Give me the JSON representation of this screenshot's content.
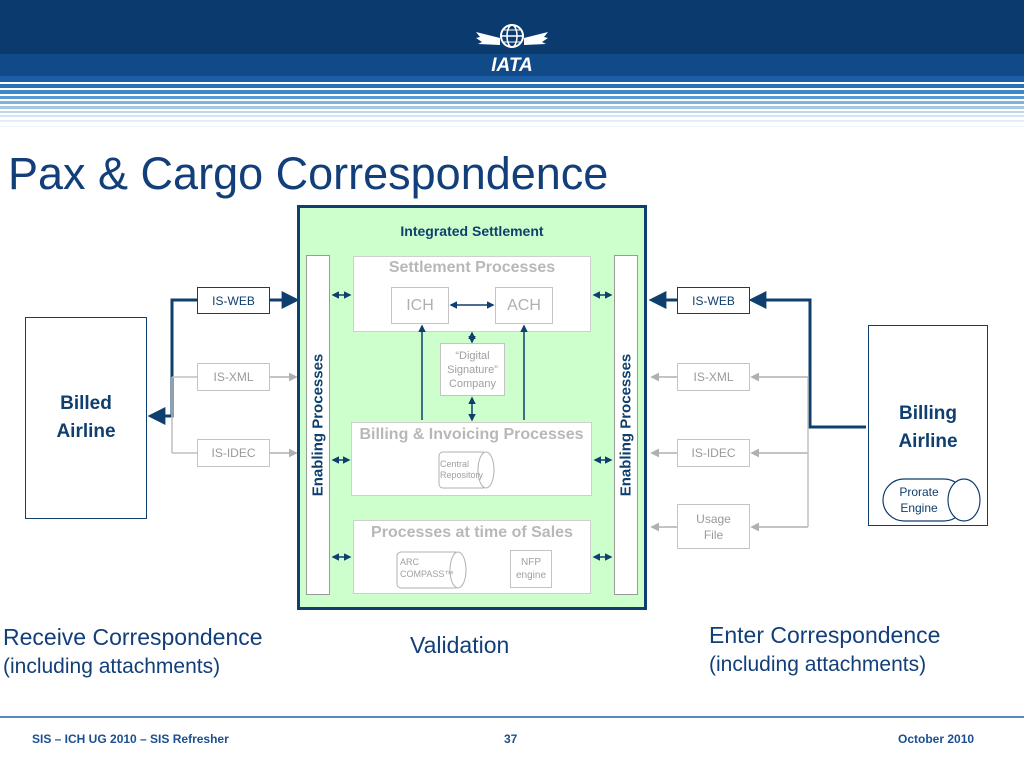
{
  "header": {
    "logo_text": "IATA",
    "title": "Pax & Cargo Correspondence"
  },
  "diagram": {
    "integrated_settlement": "Integrated Settlement",
    "enabling_left": "Enabling Processes",
    "enabling_right": "Enabling Processes",
    "settlement": {
      "title": "Settlement Processes",
      "ich": "ICH",
      "ach": "ACH"
    },
    "digital_signature": [
      "“Digital",
      "Signature”",
      "Company"
    ],
    "billing": {
      "title": "Billing & Invoicing Processes",
      "repository": [
        "Central",
        "Repository"
      ]
    },
    "sales": {
      "title": "Processes at time of Sales",
      "arc": [
        "ARC",
        "COMPASS™"
      ],
      "nfp": [
        "NFP",
        "engine"
      ]
    },
    "left_channels": [
      "IS-WEB",
      "IS-XML",
      "IS-IDEC"
    ],
    "right_channels": [
      "IS-WEB",
      "IS-XML",
      "IS-IDEC"
    ],
    "usage_file": [
      "Usage",
      "File"
    ],
    "billed_airline": [
      "Billed",
      "Airline"
    ],
    "billing_airline": [
      "Billing",
      "Airline"
    ],
    "prorate_engine": [
      "Prorate",
      "Engine"
    ]
  },
  "captions": {
    "receive_line1": "Receive Correspondence",
    "receive_line2": "(including attachments)",
    "validation": "Validation",
    "enter_line1": "Enter Correspondence",
    "enter_line2": "(including attachments)"
  },
  "footer": {
    "left": "SIS – ICH UG 2010 – SIS Refresher",
    "page": "37",
    "date": "October 2010"
  }
}
